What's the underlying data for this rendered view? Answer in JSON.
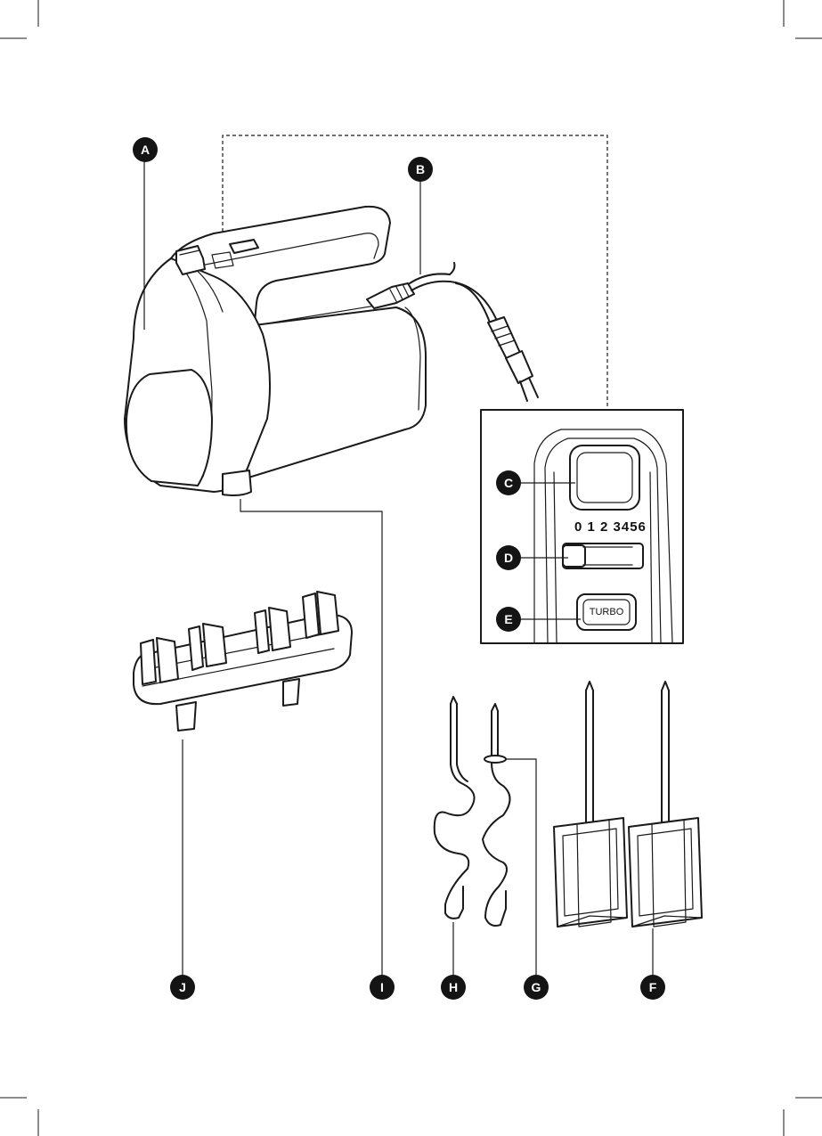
{
  "parts": [
    {
      "id": "A",
      "label": "A"
    },
    {
      "id": "B",
      "label": "B"
    },
    {
      "id": "C",
      "label": "C"
    },
    {
      "id": "D",
      "label": "D"
    },
    {
      "id": "E",
      "label": "E"
    },
    {
      "id": "F",
      "label": "F"
    },
    {
      "id": "G",
      "label": "G"
    },
    {
      "id": "H",
      "label": "H"
    },
    {
      "id": "I",
      "label": "I"
    },
    {
      "id": "J",
      "label": "J"
    }
  ],
  "control_panel": {
    "speed_scale": "0 1 2  3456",
    "turbo_label": "TURBO"
  }
}
